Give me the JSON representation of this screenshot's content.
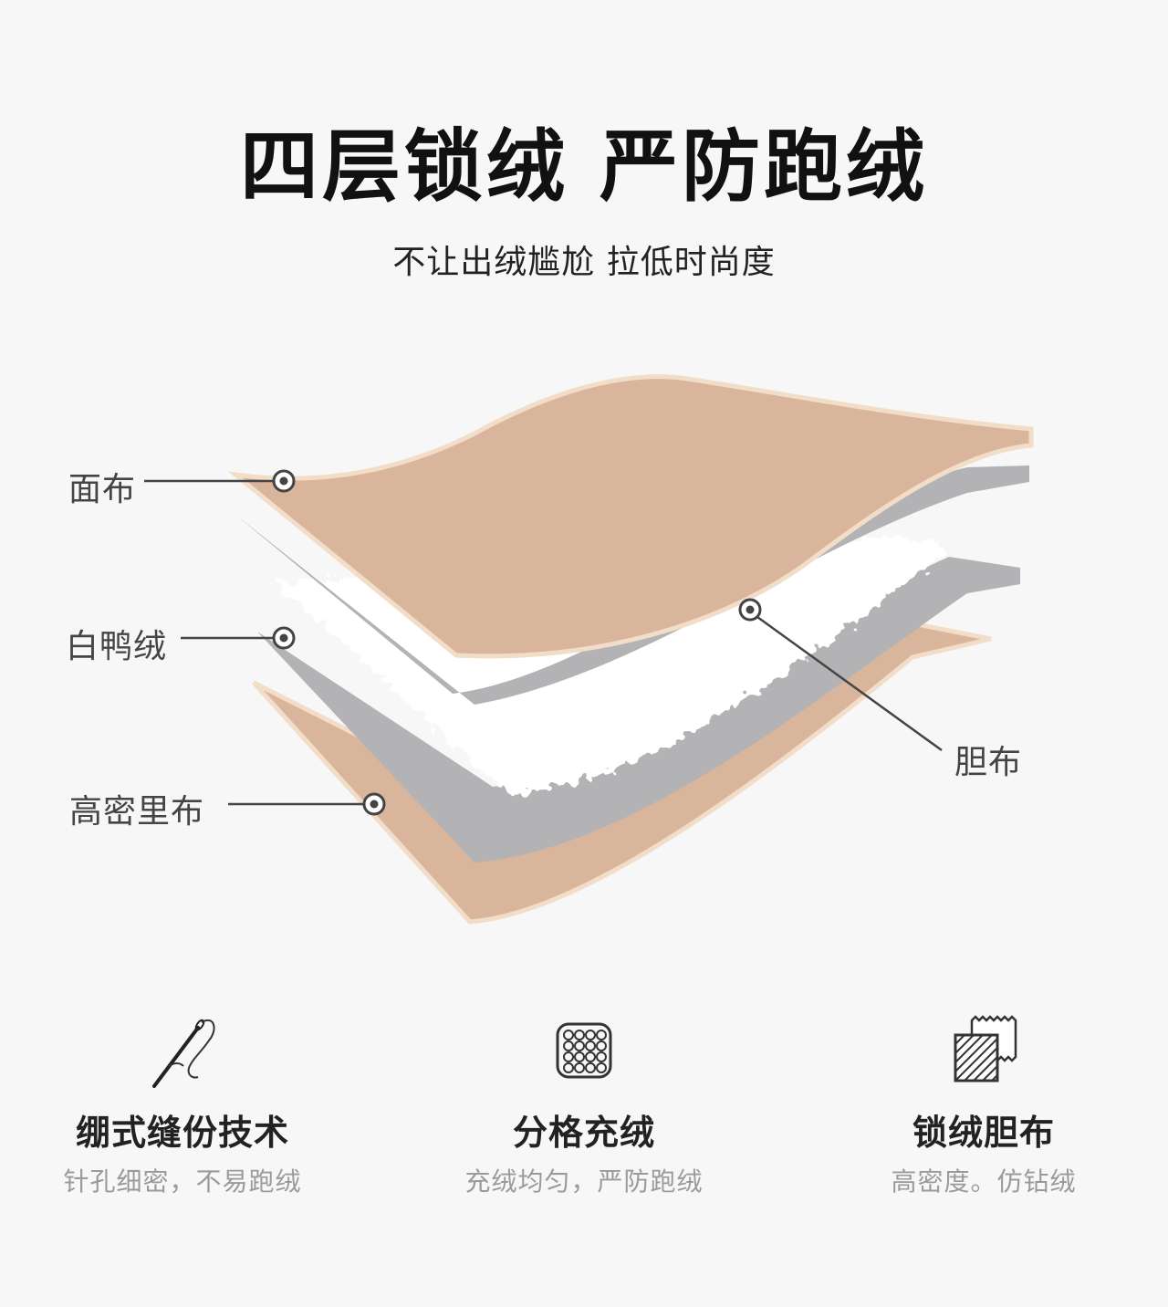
{
  "header": {
    "title": "四层锁绒 严防跑绒",
    "subtitle": "不让出绒尴尬 拉低时尚度"
  },
  "layers": {
    "outer_fabric": "面布",
    "white_duck_down": "白鸭绒",
    "high_density_lining": "高密里布",
    "down_proof_fabric": "胆布"
  },
  "colors": {
    "fabric_tan": "#d9b59c",
    "fabric_edge": "#f2ddc8",
    "proof_gray": "#b3b3b5",
    "down_white": "#ffffff",
    "background": "#f8f7f8"
  },
  "features": [
    {
      "icon": "needle-thread-icon",
      "title": "绷式缝份技术",
      "desc": "针孔细密，不易跑绒"
    },
    {
      "icon": "quilted-grid-icon",
      "title": "分格充绒",
      "desc": "充绒均匀，严防跑绒"
    },
    {
      "icon": "fabric-swatch-icon",
      "title": "锁绒胆布",
      "desc": "高密度。仿钻绒"
    }
  ]
}
